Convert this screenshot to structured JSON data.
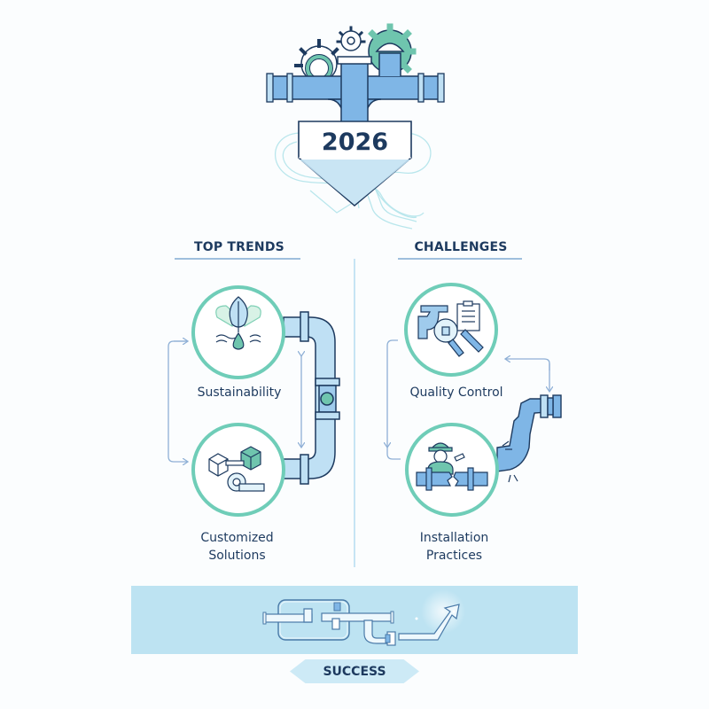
{
  "header": {
    "year": "2026",
    "icon": "pipes-and-gears-icon"
  },
  "sections": {
    "left": {
      "title": "TOP TRENDS",
      "items": [
        {
          "label": "Sustainability",
          "icon": "leaf-water-drop-icon"
        },
        {
          "label_line1": "Customized",
          "label_line2": "Solutions",
          "icon": "blocks-tape-measure-icon"
        }
      ]
    },
    "right": {
      "title": "CHALLENGES",
      "items": [
        {
          "label": "Quality Control",
          "icon": "inspection-magnifier-wrench-icon"
        },
        {
          "label_line1": "Installation",
          "label_line2": "Practices",
          "icon": "worker-broken-pipe-icon"
        }
      ]
    }
  },
  "footer": {
    "label": "SUCCESS",
    "icon": "pipe-network-rising-arrow-icon"
  },
  "colors": {
    "navy": "#1d3a5f",
    "pipe_blue": "#7fb6e6",
    "pipe_light": "#bfe0f4",
    "teal": "#6fcdb8",
    "band": "#bde3f2",
    "connector": "#9fbfdd"
  }
}
